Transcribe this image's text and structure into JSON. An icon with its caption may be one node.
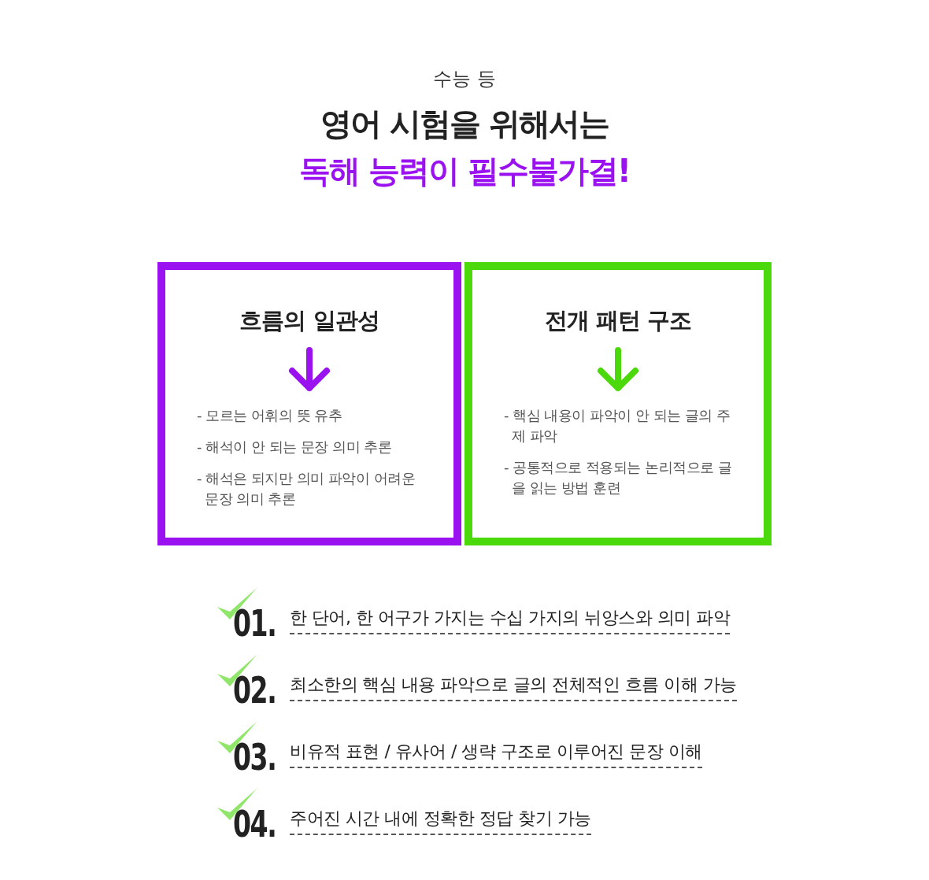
{
  "diagram": {
    "nodes": [
      {
        "text": [
          "흐름의 일관성",
          "- 모르는 어휘의 뜻 유추",
          "- 해석이 안 되는 문장 의미 추론",
          "- 해석은 되지만 의미 파악이 어려운 문장 의미 추론"
        ]
      },
      {
        "text": [
          "전개 패턴 구조",
          "- 핵심 내용이 파악이 안 되는 글의 주제 파악",
          "- 공통적으로 적용되는 논리적으로 글을 읽는 방법 훈련"
        ]
      }
    ],
    "labels": [
      "수능 등",
      "영어 시험을 위해서는",
      "독해 능력이 필수불가결!",
      "01.",
      "한 단어, 한 어구가 가지는 수십 가지의 뉘앙스와 의미 파악",
      "02.",
      "최소한의 핵심 내용 파악으로 글의 전체적인 흐름 이해 가능",
      "03.",
      "비유적 표현 / 유사어 / 생략 구조로 이루어진 문장 이해",
      "04.",
      "주어진 시간 내에 정확한 정답 찾기 가능"
    ]
  }
}
